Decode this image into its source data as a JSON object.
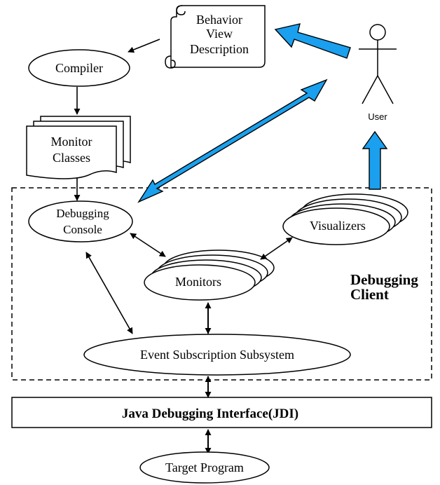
{
  "scroll_lines": [
    "Behavior",
    "View",
    "Description"
  ],
  "compiler_label": "Compiler",
  "monitor_classes_lines": [
    "Monitor",
    "Classes"
  ],
  "user_label": "User",
  "debugging_console_lines": [
    "Debugging",
    "Console"
  ],
  "visualizers_label": "Visualizers",
  "monitors_label": "Monitors",
  "debugging_client_lines": [
    "Debugging",
    "Client"
  ],
  "event_subscription_label": "Event Subscription  Subsystem",
  "jdi_label": "Java Debugging Interface(JDI)",
  "target_program_label": "Target Program",
  "colors": {
    "blue_arrow_fill": "#1aa0ee",
    "stroke": "#000000"
  }
}
